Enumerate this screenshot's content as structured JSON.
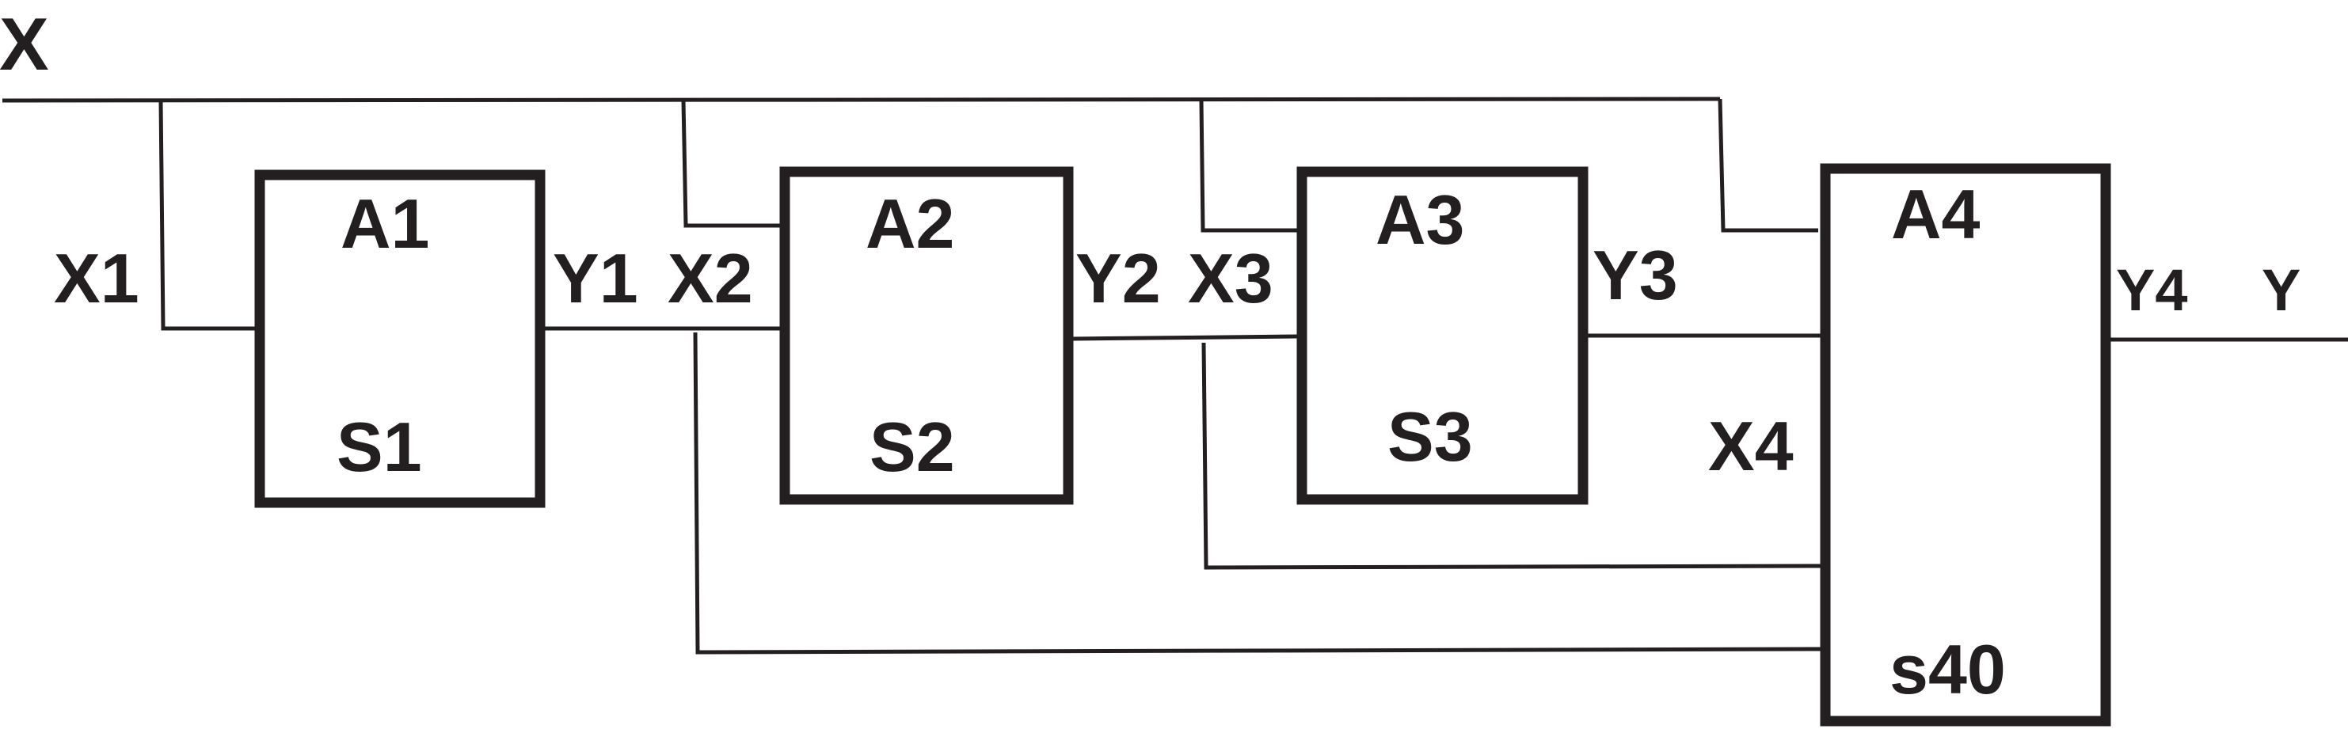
{
  "input_label": "X",
  "output_label": "Y",
  "blocks": [
    {
      "name": "A1",
      "state": "S1",
      "input": "X1",
      "output": "Y1"
    },
    {
      "name": "A2",
      "state": "S2",
      "input": "X2",
      "output": "Y2"
    },
    {
      "name": "A3",
      "state": "S3",
      "input": "X3",
      "output": "Y3"
    },
    {
      "name": "A4",
      "state": "s40",
      "input": "X4",
      "output": "Y4"
    }
  ],
  "colors": {
    "line": "#231f20",
    "background": "#ffffff"
  }
}
